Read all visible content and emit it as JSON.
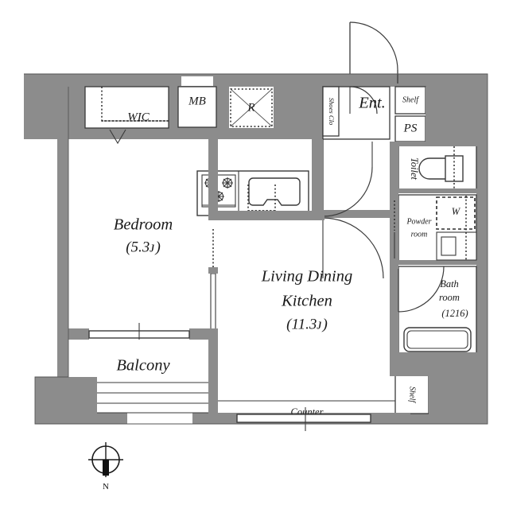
{
  "document": {
    "type": "apartment-floor-plan",
    "title": "1LDK Apartment Floor Plan"
  },
  "rooms": [
    {
      "id": "bedroom",
      "name": "Bedroom",
      "area": "(5.3ᴊ)"
    },
    {
      "id": "ldk",
      "name_line1": "Living Dining",
      "name_line2": "Kitchen",
      "area": "(11.3ᴊ)"
    },
    {
      "id": "balcony",
      "name": "Balcony"
    },
    {
      "id": "entrance",
      "name": "Ent."
    },
    {
      "id": "toilet",
      "name": "Toilet"
    },
    {
      "id": "powder",
      "name_line1": "Powder",
      "name_line2": "room"
    },
    {
      "id": "bathroom",
      "name_line1": "Bath",
      "name_line2": "room",
      "size_code": "(1216)"
    }
  ],
  "storage": [
    {
      "id": "wic",
      "label": "WIC"
    },
    {
      "id": "mb",
      "label": "MB"
    },
    {
      "id": "refrigerator",
      "label": "R"
    },
    {
      "id": "shoes-closet",
      "label": "Shoes Clo"
    },
    {
      "id": "shelf-entry",
      "label": "Shelf"
    },
    {
      "id": "ps",
      "label": "PS"
    },
    {
      "id": "washer",
      "label": "W"
    },
    {
      "id": "shelf-ldk",
      "label": "Shelf"
    }
  ],
  "features": {
    "counter_label": "Counter"
  },
  "compass": {
    "direction_label": "N"
  },
  "colors": {
    "wall_fill": "#8c8c8c",
    "wall_stroke": "#2b2b2b",
    "line": "#3a3a3a",
    "room_fill": "#ffffff",
    "background": "#ffffff",
    "text": "#1a1a1a"
  }
}
